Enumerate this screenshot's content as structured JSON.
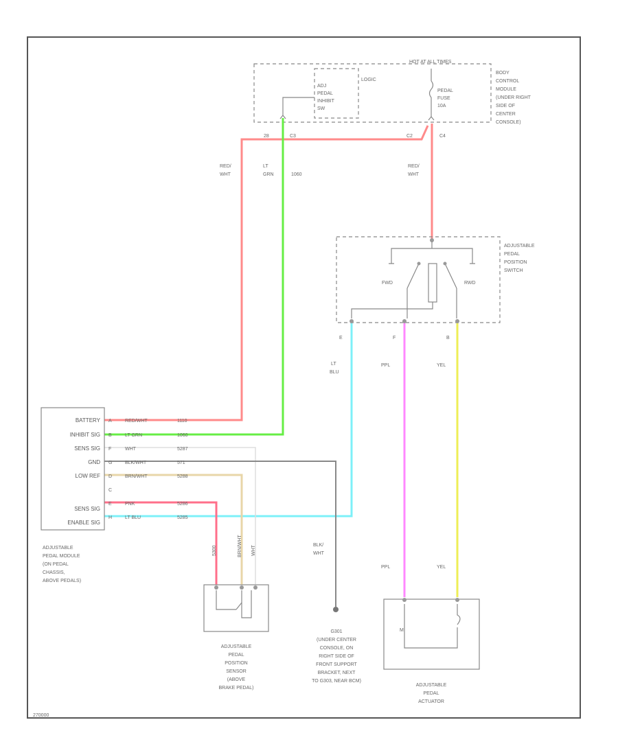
{
  "diagram": {
    "code": "270000",
    "bcm": {
      "header": "HOT AT ALL TIMES",
      "logic": "LOGIC",
      "inhibit": [
        "ADJ",
        "PEDAL",
        "INHIBIT",
        "SW"
      ],
      "fuse": [
        "PEDAL",
        "FUSE",
        "10A"
      ],
      "pins": [
        "28",
        "C3",
        "C2",
        "C4"
      ],
      "name": [
        "BODY",
        "CONTROL",
        "MODULE",
        "(UNDER RIGHT",
        "SIDE OF",
        "CENTER",
        "CONSOLE)"
      ]
    },
    "switch": {
      "name": [
        "ADJUSTABLE",
        "PEDAL",
        "POSITION",
        "SWITCH"
      ],
      "fwd": "FWD",
      "rwd": "RWD",
      "pins": [
        "E",
        "F",
        "B"
      ]
    },
    "wire_labels": {
      "red_wht_1": [
        "RED/",
        "WHT"
      ],
      "lt_grn": [
        "LT",
        "GRN"
      ],
      "lt_grn_circuit": "1060",
      "red_wht_2": [
        "RED/",
        "WHT"
      ],
      "lt_blu": [
        "LT",
        "BLU"
      ],
      "ppl_top": "PPL",
      "yel_top": "YEL",
      "blk_wht": [
        "BLK/",
        "WHT"
      ],
      "ppl_bottom": "PPL",
      "yel_bottom": "YEL",
      "sensor_wires": [
        "5300",
        "BRN/WHT",
        "WHT"
      ]
    },
    "module": {
      "labels": [
        "BATTERY",
        "INHIBIT SIG",
        "SENS SIG",
        "GND",
        "LOW REF",
        "",
        "SENS SIG",
        "ENABLE SIG"
      ],
      "pins": [
        "A",
        "B",
        "F",
        "G",
        "D",
        "C",
        "E",
        "H"
      ],
      "wires": [
        "RED/WHT",
        "LT GRN",
        "WHT",
        "BLK/WHT",
        "BRN/WHT",
        "",
        "PNK",
        "LT BLU"
      ],
      "circuits": [
        "1110",
        "1060",
        "5287",
        "571",
        "5288",
        "",
        "5286",
        "5285"
      ],
      "name": [
        "ADJUSTABLE",
        "PEDAL MODULE",
        "(ON PEDAL",
        "CHASSIS,",
        "ABOVE PEDALS)"
      ]
    },
    "sensor": {
      "name": [
        "ADJUSTABLE",
        "PEDAL",
        "POSITION",
        "SENSOR",
        "(ABOVE",
        "BRAKE PEDAL)"
      ]
    },
    "ground": {
      "name": [
        "G301",
        "(UNDER CENTER",
        "CONSOLE, ON",
        "RIGHT SIDE OF",
        "FRONT SUPPORT",
        "BRACKET, NEXT",
        "TO G303, NEAR BCM)"
      ]
    },
    "actuator": {
      "name": [
        "ADJUSTABLE",
        "PEDAL",
        "ACTUATOR"
      ],
      "motor": "M"
    }
  }
}
